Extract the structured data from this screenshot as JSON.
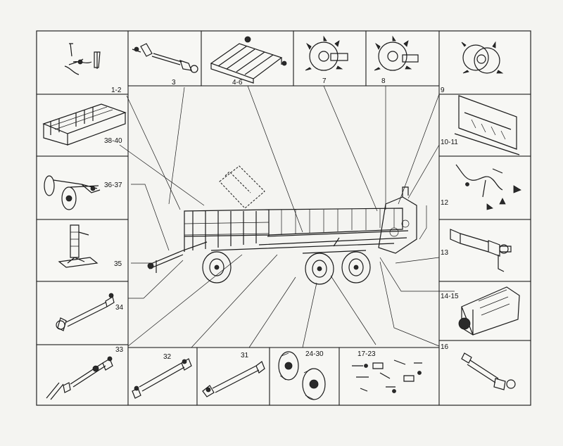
{
  "diagram": {
    "labels": {
      "l_1_2": "1-2",
      "l_3": "3",
      "l_4_6": "4-6",
      "l_7": "7",
      "l_8": "8",
      "l_9": "9",
      "l_10_11": "10-11",
      "l_12": "12",
      "l_13": "13",
      "l_14_15": "14-15",
      "l_16": "16",
      "l_17_23": "17-23",
      "l_24_30": "24-30",
      "l_31": "31",
      "l_32": "32",
      "l_33": "33",
      "l_34": "34",
      "l_35": "35",
      "l_36_37": "36-37",
      "l_38_40": "38-40"
    }
  }
}
